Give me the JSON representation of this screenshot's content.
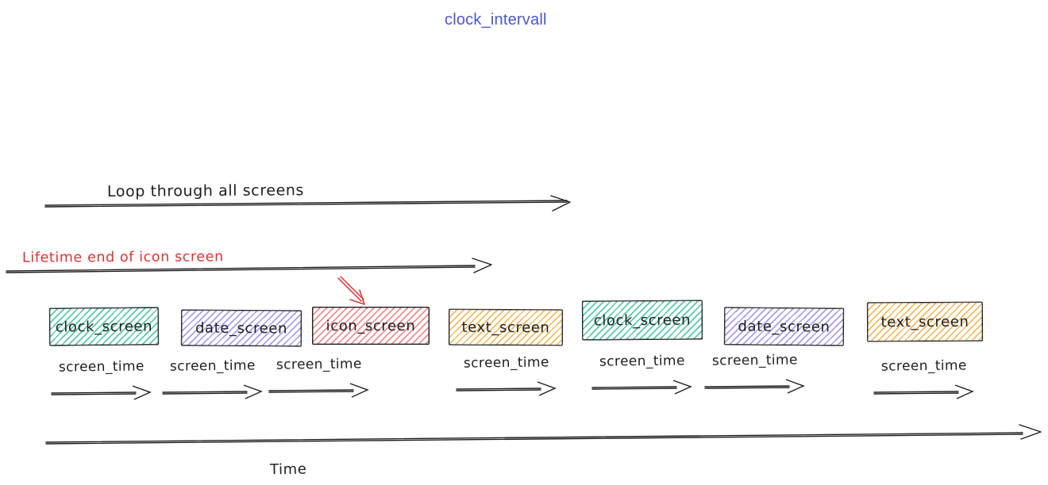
{
  "diagram": {
    "title": "clock_intervall",
    "title_color": "#4a56d6",
    "stroke_color": "#1e1e1e",
    "accent_red": "#e03131",
    "loop_arrow_label": "Loop through all screens",
    "lifetime_arrow_label": "Lifetime end of icon screen",
    "time_axis_label": "Time",
    "screen_time_label": "screen_time",
    "screens": [
      {
        "label": "clock_screen",
        "color": "#54cca6"
      },
      {
        "label": "date_screen",
        "color": "#a89ded"
      },
      {
        "label": "icon_screen",
        "color": "#ef8e8e"
      },
      {
        "label": "text_screen",
        "color": "#f2bb5e"
      },
      {
        "label": "clock_screen",
        "color": "#54cca6"
      },
      {
        "label": "date_screen",
        "color": "#a89ded"
      },
      {
        "label": "text_screen",
        "color": "#f2bb5e"
      }
    ]
  }
}
